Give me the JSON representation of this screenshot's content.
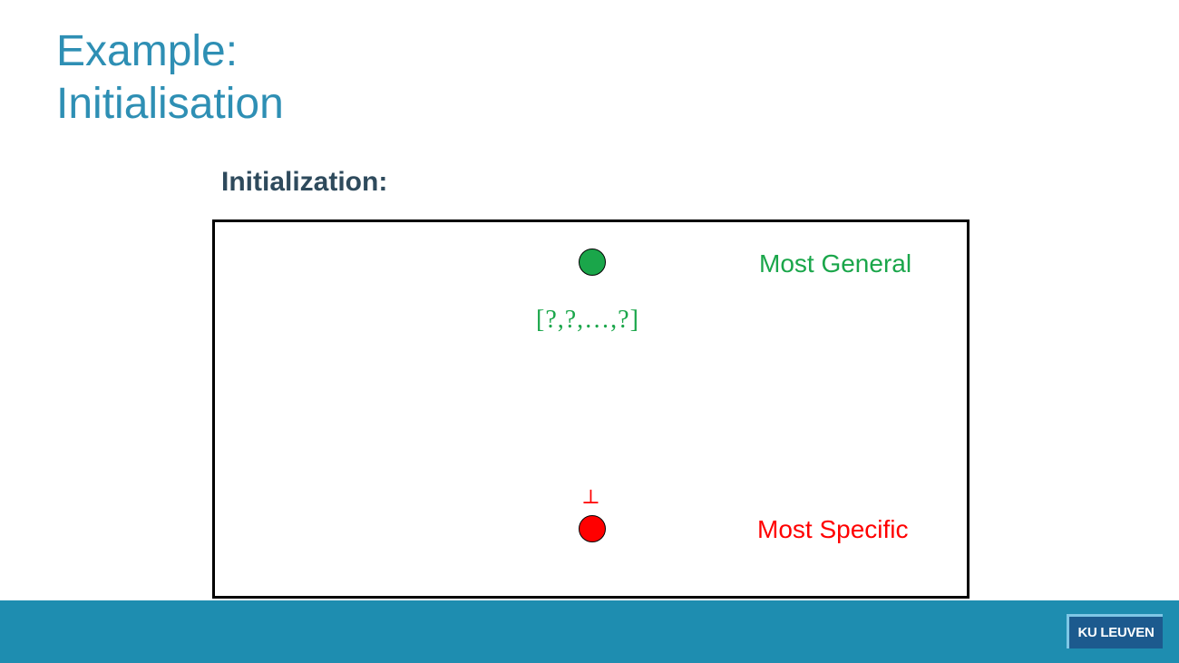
{
  "slide": {
    "title_line1": "Example:",
    "title_line2": "Initialisation",
    "subtitle": "Initialization:"
  },
  "diagram": {
    "general": {
      "label": "Most General",
      "hypothesis": "[?,?,…,?]",
      "color": "#1aa64a"
    },
    "specific": {
      "label": "Most Specific",
      "symbol": "⊥",
      "color": "#ff0000"
    }
  },
  "footer": {
    "logo_text": "KU LEUVEN",
    "color": "#1e8db0"
  }
}
